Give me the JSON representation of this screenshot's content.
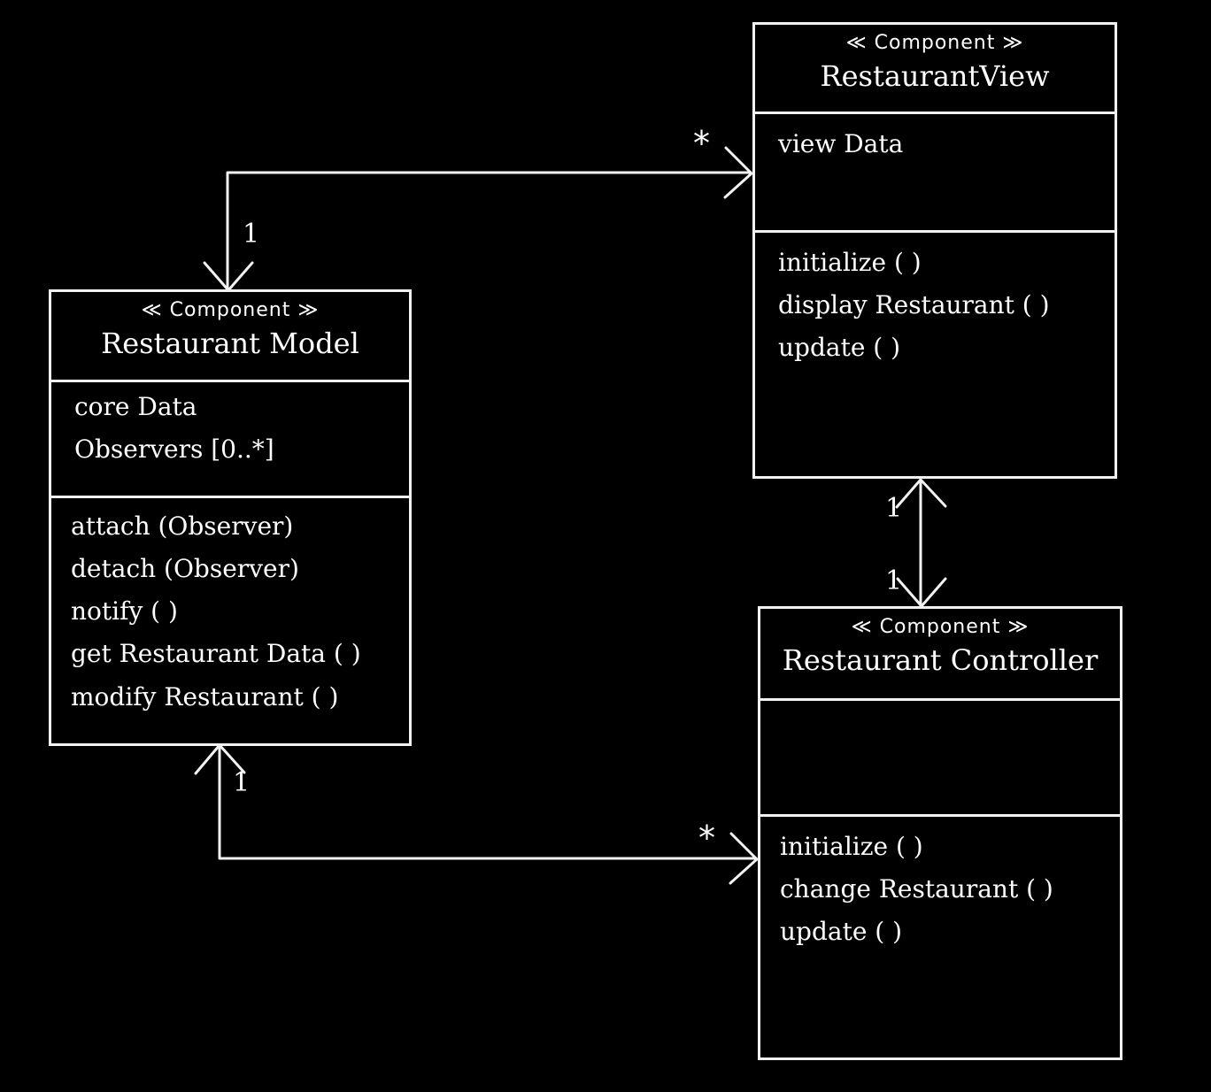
{
  "diagram": {
    "title": "Restaurant MVC Component Diagram",
    "style": "hand-drawn whiteboard",
    "background_color": "#000000",
    "stroke_color": "#f2f2f2"
  },
  "components": {
    "view": {
      "stereotype": "≪ Component ≫",
      "name": "RestaurantView",
      "attributes": [
        "view Data"
      ],
      "methods": [
        "initialize ( )",
        "display Restaurant ( )",
        "update ( )"
      ]
    },
    "model": {
      "stereotype": "≪ Component ≫",
      "name": "Restaurant Model",
      "attributes": [
        "core Data",
        "Observers [0..*]"
      ],
      "methods": [
        "attach (Observer)",
        "detach (Observer)",
        "notify ( )",
        "get Restaurant Data ( )",
        "modify Restaurant ( )"
      ]
    },
    "controller": {
      "stereotype": "≪ Component ≫",
      "name": "Restaurant Controller",
      "attributes": [],
      "methods": [
        "initialize ( )",
        "change Restaurant ( )",
        "update ( )"
      ]
    }
  },
  "connectors": [
    {
      "id": "model-view",
      "from": "RestaurantModel",
      "to": "RestaurantView",
      "from_multiplicity": "1",
      "to_multiplicity": "*",
      "arrowheads": "both"
    },
    {
      "id": "view-controller",
      "from": "RestaurantView",
      "to": "RestaurantController",
      "from_multiplicity": "1",
      "to_multiplicity": "1",
      "arrowheads": "both"
    },
    {
      "id": "model-controller",
      "from": "RestaurantModel",
      "to": "RestaurantController",
      "from_multiplicity": "1",
      "to_multiplicity": "*",
      "arrowheads": "both"
    }
  ]
}
